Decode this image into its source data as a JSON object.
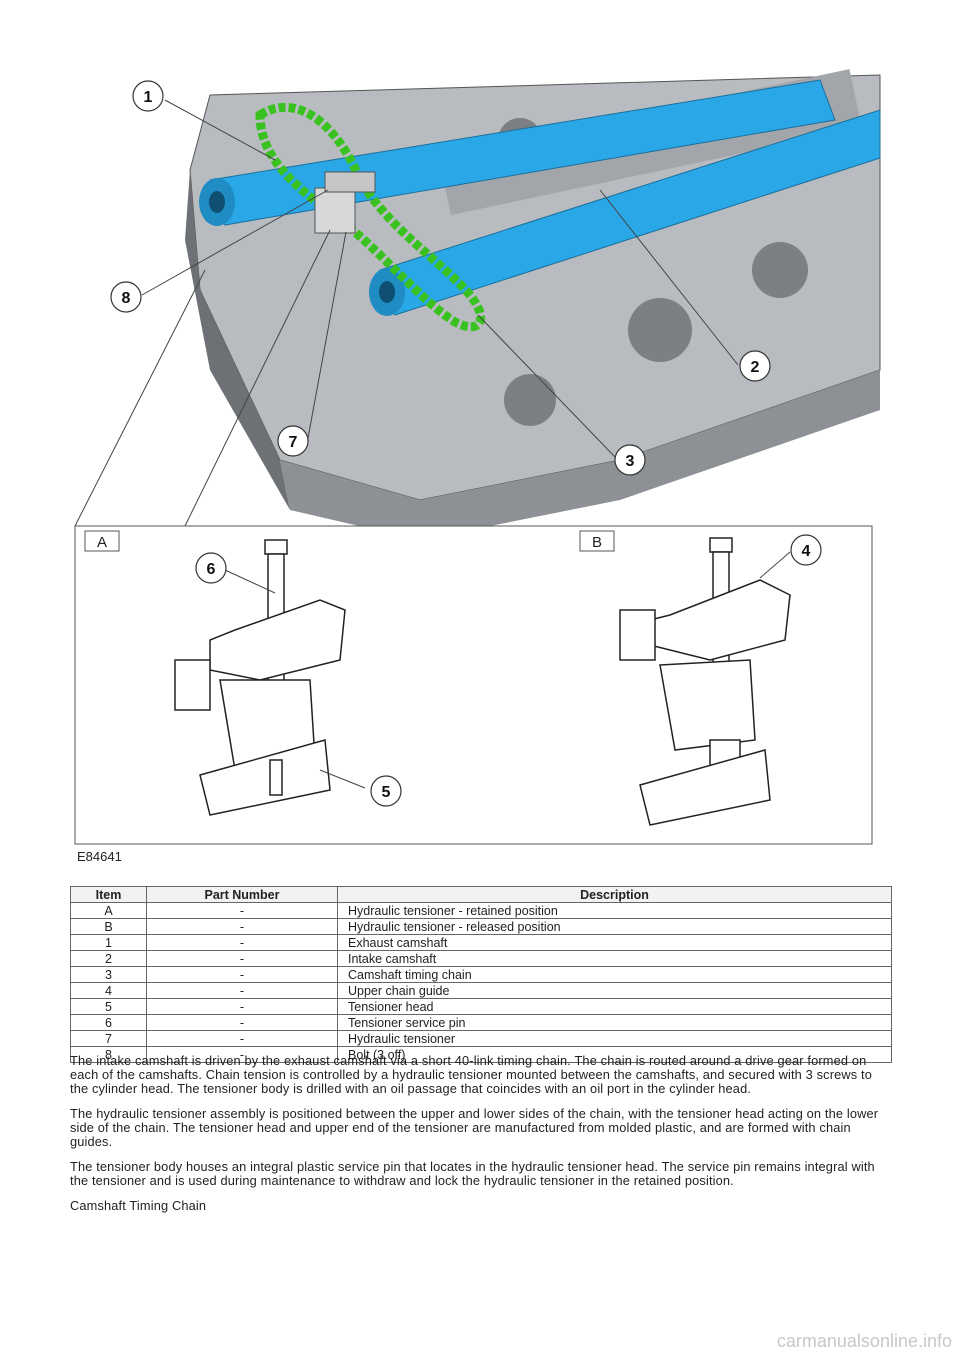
{
  "figure": {
    "callouts": [
      "1",
      "2",
      "3",
      "4",
      "5",
      "6",
      "7",
      "8"
    ],
    "view_labels": [
      "A",
      "B"
    ],
    "figure_id": "E84641",
    "colors": {
      "camshaft": "#2aa7e6",
      "chain": "#39c21f",
      "head": "#b8bcc0",
      "body": "#6d7074"
    }
  },
  "table": {
    "headers": {
      "item": "Item",
      "part_number": "Part Number",
      "description": "Description"
    },
    "rows": [
      {
        "item": "A",
        "part_number": "-",
        "description": "Hydraulic tensioner - retained position"
      },
      {
        "item": "B",
        "part_number": "-",
        "description": "Hydraulic tensioner - released position"
      },
      {
        "item": "1",
        "part_number": "-",
        "description": "Exhaust camshaft"
      },
      {
        "item": "2",
        "part_number": "-",
        "description": "Intake camshaft"
      },
      {
        "item": "3",
        "part_number": "-",
        "description": "Camshaft timing chain"
      },
      {
        "item": "4",
        "part_number": "-",
        "description": "Upper chain guide"
      },
      {
        "item": "5",
        "part_number": "-",
        "description": "Tensioner head"
      },
      {
        "item": "6",
        "part_number": "-",
        "description": "Tensioner service pin"
      },
      {
        "item": "7",
        "part_number": "-",
        "description": "Hydraulic tensioner"
      },
      {
        "item": "8",
        "part_number": "-",
        "description": "Bolt (3 off)"
      }
    ]
  },
  "paragraphs": [
    "The intake camshaft is driven by the exhaust camshaft via a short 40-link timing chain. The chain is routed around a drive gear formed on each of the camshafts. Chain tension is controlled by a hydraulic tensioner mounted between the camshafts, and secured with 3 screws to the cylinder head. The tensioner body is drilled with an oil passage that coincides with an oil port in the cylinder head.",
    "The hydraulic tensioner assembly is positioned between the upper and lower sides of the chain, with the tensioner head acting on the lower side of the chain. The tensioner head and upper end of the tensioner are manufactured from molded plastic, and are formed with chain guides.",
    "The tensioner body houses an integral plastic service pin that locates in the hydraulic tensioner head. The service pin remains integral with the tensioner and is used during maintenance to withdraw and lock the hydraulic tensioner in the retained position.",
    "Camshaft Timing Chain"
  ],
  "footer": {
    "watermark": "carmanualsonline.info"
  }
}
